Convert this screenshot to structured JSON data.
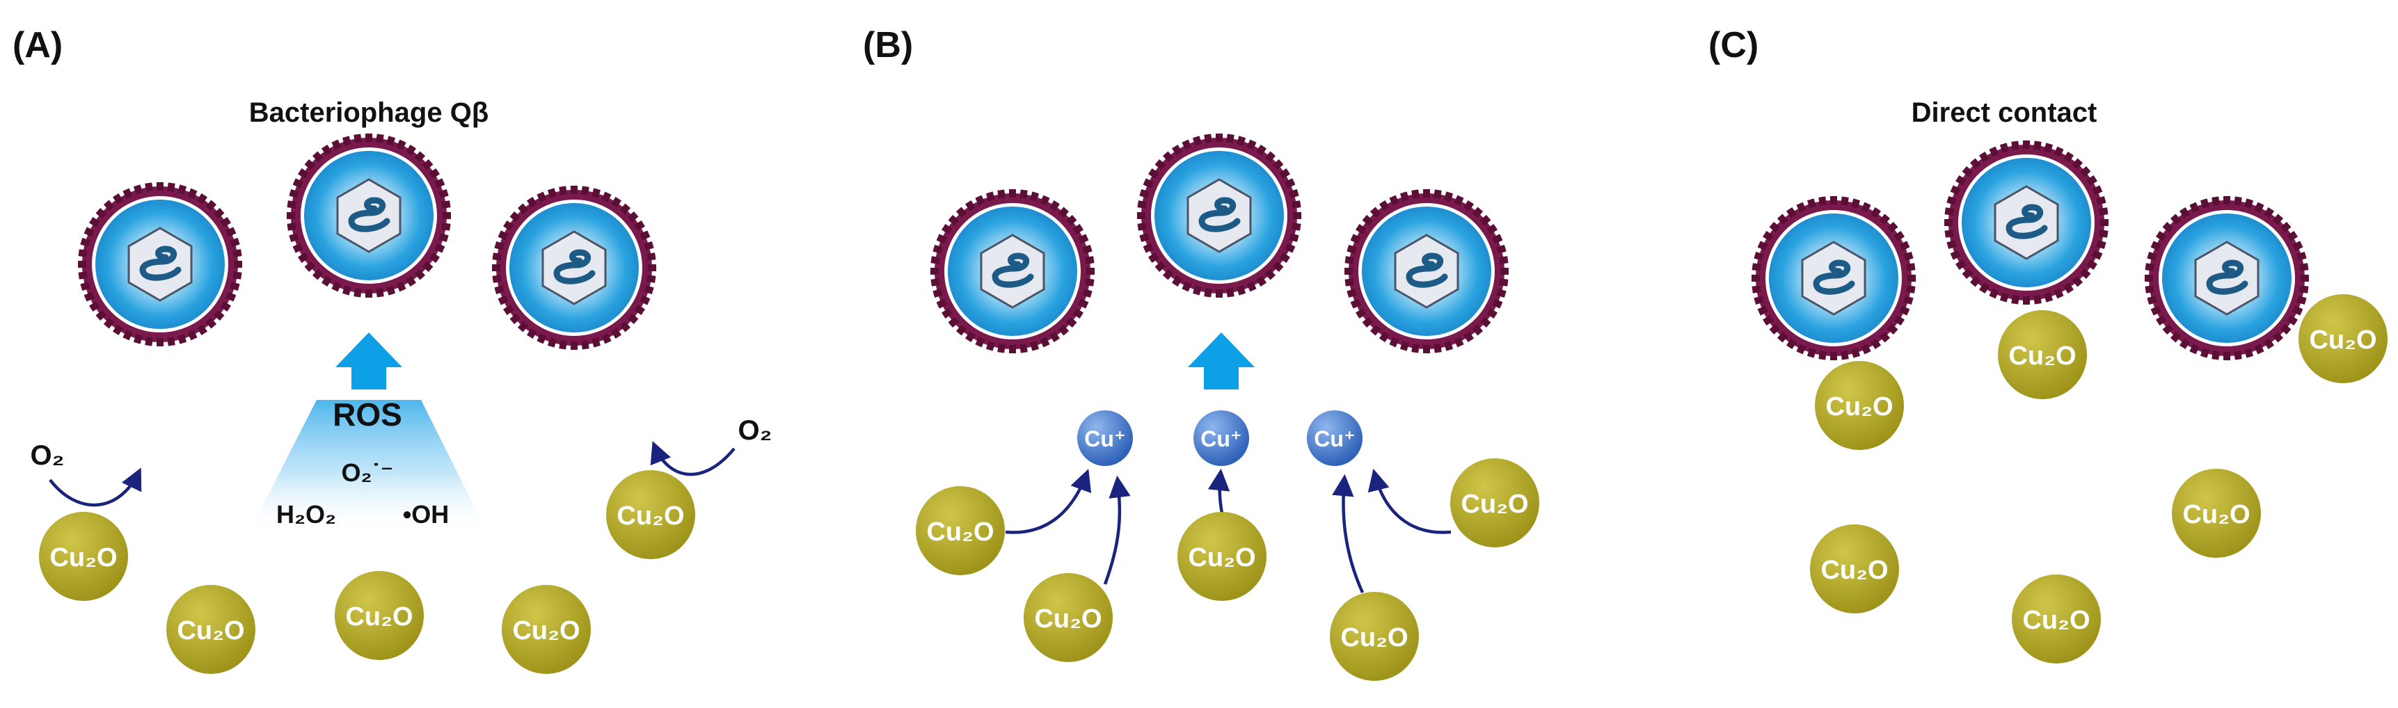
{
  "panels": {
    "a": {
      "label": "(A)",
      "title": "Bacteriophage Qβ"
    },
    "b": {
      "label": "(B)"
    },
    "c": {
      "label": "(C)",
      "title": "Direct contact"
    }
  },
  "particle_text": "Cu₂O",
  "ion_text": "Cu⁺",
  "oxygen_text": "O₂",
  "ros": {
    "label": "ROS",
    "superoxide": "O₂˙⁻",
    "peroxide": "H₂O₂",
    "hydroxyl": "•OH"
  },
  "colors": {
    "phage_capsid_ring": "#7a1a4c",
    "phage_shell": "#2aa3e0",
    "phage_core": "#e6e9f0",
    "rna": "#1d5b86",
    "cu2o_particle": "#a79d1c",
    "cu_ion": "#3f74c6",
    "arrow": "#1a237e",
    "ros_arrow": "#0ea0e6",
    "ros_glow": "#43b2ec"
  }
}
